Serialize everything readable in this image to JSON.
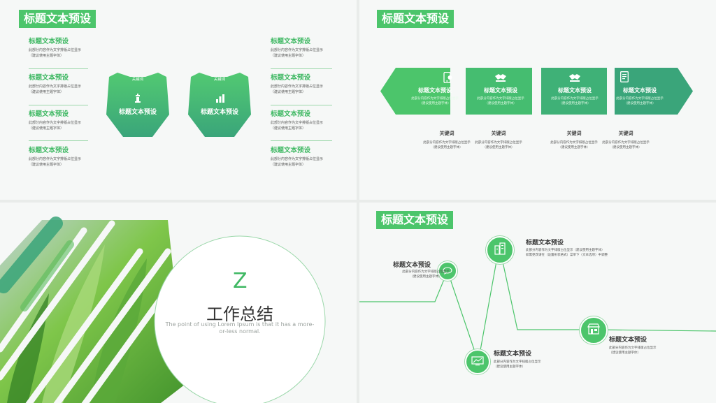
{
  "slide1": {
    "title": "标题文本预设",
    "left_items": [
      {
        "heading": "标题文本预设",
        "line1": "此部分内容作为文字排版占位显示",
        "line2": "（建议使用主题字体）"
      },
      {
        "heading": "标题文本预设",
        "line1": "此部分内容作为文字排版占位显示",
        "line2": "（建议使用主题字体）"
      },
      {
        "heading": "标题文本预设",
        "line1": "此部分内容作为文字排版占位显示",
        "line2": "（建议使用主题字体）"
      },
      {
        "heading": "标题文本预设",
        "line1": "此部分内容作为文字排版占位显示",
        "line2": "（建议使用主题字体）"
      }
    ],
    "right_items": [
      {
        "heading": "标题文本预设",
        "line1": "此部分内容作为文字排版占位显示",
        "line2": "（建议使用主题字体）"
      },
      {
        "heading": "标题文本预设",
        "line1": "此部分内容作为文字排版占位显示",
        "line2": "（建议使用主题字体）"
      },
      {
        "heading": "标题文本预设",
        "line1": "此部分内容作为文字排版占位显示",
        "line2": "（建议使用主题字体）"
      },
      {
        "heading": "标题文本预设",
        "line1": "此部分内容作为文字排版占位显示",
        "line2": "（建议使用主题字体）"
      }
    ],
    "hexagons": [
      {
        "keyword": "关键词",
        "label": "标题文本预设",
        "icon": "chess-piece-icon"
      },
      {
        "keyword": "关键词",
        "label": "标题文本预设",
        "icon": "bar-chart-icon"
      }
    ]
  },
  "slide2": {
    "title": "标题文本预设",
    "cards": [
      {
        "title": "标题文本预设",
        "line1": "此部分内容作为文字排版占位显示",
        "line2": "（建议使用主题字体）",
        "icon": "mobile-icon"
      },
      {
        "title": "标题文本预设",
        "line1": "此部分内容作为文字排版占位显示",
        "line2": "（建议使用主题字体）",
        "icon": "handshake-icon"
      },
      {
        "title": "标题文本预设",
        "line1": "此部分内容作为文字排版占位显示",
        "line2": "（建议使用主题字体）",
        "icon": "handshake-icon"
      },
      {
        "title": "标题文本预设",
        "line1": "此部分内容作为文字排版占位显示",
        "line2": "（建议使用主题字体）",
        "icon": "document-icon"
      }
    ],
    "keywords": [
      {
        "title": "关键词",
        "line1": "此部分内容作为文字排版占位显示",
        "line2": "（建议使用主题字体）"
      },
      {
        "title": "关键词",
        "line1": "此部分内容作为文字排版占位显示",
        "line2": "（建议使用主题字体）"
      },
      {
        "title": "关键词",
        "line1": "此部分内容作为文字排版占位显示",
        "line2": "（建议使用主题字体）"
      },
      {
        "title": "关键词",
        "line1": "此部分内容作为文字排版占位显示",
        "line2": "（建议使用主题字体）"
      }
    ]
  },
  "slide3": {
    "letter": "Z",
    "title": "工作总结",
    "subtitle_line1": "The point of using Lorem Ipsum is that it has a more-",
    "subtitle_line2": "or-less normal."
  },
  "slide4": {
    "title": "标题文本预设",
    "nodes": [
      {
        "title": "标题文本预设",
        "line1": "此部分内容作为文字排版占位显示",
        "line2": "（建议使用主题字体）",
        "icon": "chat-icon"
      },
      {
        "title": "标题文本预设",
        "line1": "此部分内容作为文字排版占位显示（建议使用主题字体）",
        "line2": "如需更改请在（设置形状格式）菜单下（文本选项）中调整",
        "icon": "buildings-icon"
      },
      {
        "title": "标题文本预设",
        "line1": "此部分内容作为文字排版占位显示",
        "line2": "（建议使用主题字体）",
        "icon": "monitor-chart-icon"
      },
      {
        "title": "标题文本预设",
        "line1": "此部分内容作为文字排版占位显示",
        "line2": "（建议使用主题字体）",
        "icon": "store-icon"
      }
    ]
  },
  "colors": {
    "accent": "#4cc56b",
    "accent_dark": "#3aa57a",
    "line": "#9ad7a9"
  }
}
